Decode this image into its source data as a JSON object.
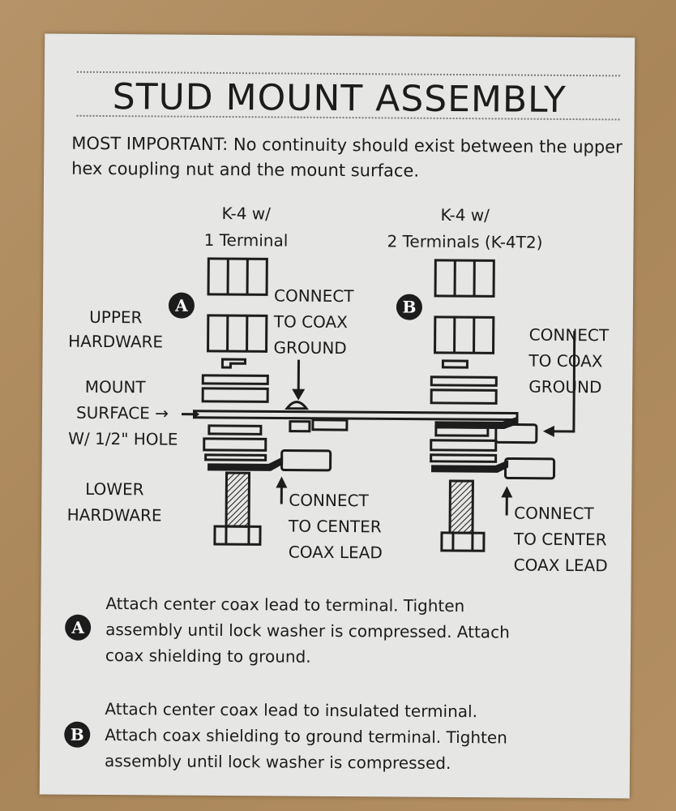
{
  "title": "STUD MOUNT ASSEMBLY",
  "warning": {
    "prefix": "MOST IMPORTANT:",
    "text": "No continuity should exist between the upper hex coupling nut and the mount surface."
  },
  "variants": {
    "a": {
      "model": "K-4 w/",
      "terminals": "1 Terminal",
      "badge": "A"
    },
    "b": {
      "model": "K-4 w/",
      "terminals": "2 Terminals (K-4T2)",
      "badge": "B"
    }
  },
  "side_labels": {
    "upper_1": "UPPER",
    "upper_2": "HARDWARE",
    "mount_1": "MOUNT",
    "mount_2": "SURFACE →",
    "mount_3": "W/ 1/2\" HOLE",
    "lower_1": "LOWER",
    "lower_2": "HARDWARE"
  },
  "callouts": {
    "a_ground_1": "CONNECT",
    "a_ground_2": "TO COAX",
    "a_ground_3": "GROUND",
    "a_center_1": "CONNECT",
    "a_center_2": "TO CENTER",
    "a_center_3": "COAX LEAD",
    "b_ground_1": "CONNECT",
    "b_ground_2": "TO COAX",
    "b_ground_3": "GROUND",
    "b_center_1": "CONNECT",
    "b_center_2": "TO CENTER",
    "b_center_3": "COAX LEAD"
  },
  "notes": {
    "a": {
      "badge": "A",
      "line1": "Attach center coax lead to terminal. Tighten",
      "line2": "assembly until lock washer is compressed. Attach",
      "line3": "coax shielding to ground."
    },
    "b": {
      "badge": "B",
      "line1": "Attach center coax lead to insulated terminal.",
      "line2": "Attach coax shielding to ground terminal. Tighten",
      "line3": "assembly until lock washer is compressed."
    }
  },
  "colors": {
    "label": "#e6e6e4",
    "ink": "#1c1c1c",
    "cardboard": "#b08c62"
  }
}
